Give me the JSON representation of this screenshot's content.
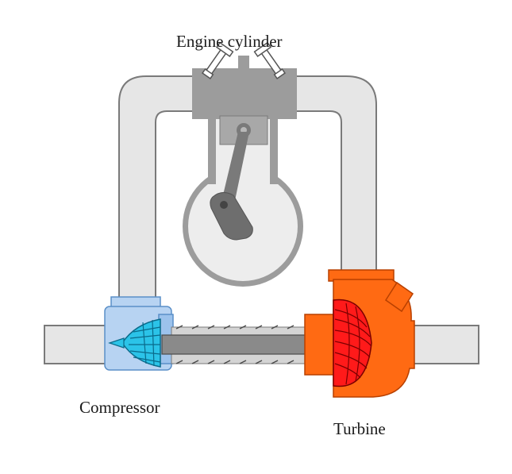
{
  "labels": {
    "engine": "Engine cylinder",
    "compressor": "Compressor",
    "turbine": "Turbine"
  },
  "colors": {
    "pipe_fill": "#e6e6e6",
    "pipe_stroke": "#7a7a7a",
    "engine_gray": "#9c9c9c",
    "engine_dark": "#6e6e6e",
    "compressor_fill": "#b7d3f2",
    "compressor_stroke": "#5a8fc8",
    "impeller_cyan": "#2bc3e8",
    "turbine_orange": "#ff6a13",
    "turbine_stroke": "#b84000",
    "turbine_wheel_red": "#ff1a1a",
    "shaft_gray": "#8a8a8a"
  }
}
